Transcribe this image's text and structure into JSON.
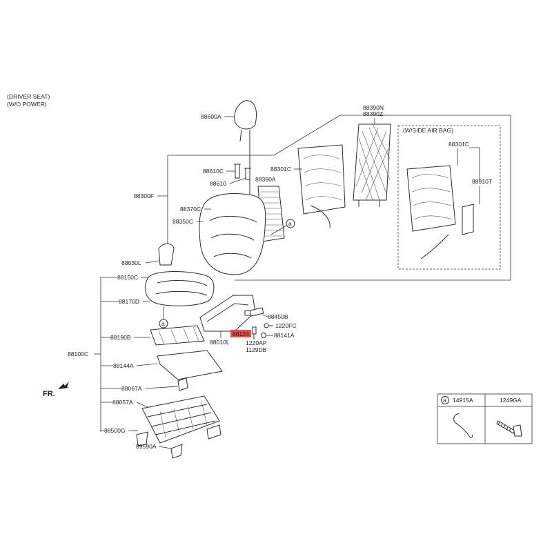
{
  "notes": {
    "driver_seat": "(DRIVER SEAT)",
    "wo_power": "(W/O POWER)",
    "side_airbag": "(W/SIDE AIR BAG)",
    "front": "FR."
  },
  "labels": {
    "p88600A": "88600A",
    "p88390N": "88390N",
    "p88390Z": "88390Z",
    "p88301C_a": "88301C",
    "p88301C_b": "88301C",
    "p88910T": "88910T",
    "p88610C": "88610C",
    "p88610": "88610",
    "p88390A": "88390A",
    "p88300F": "88300F",
    "p88370C": "88370C",
    "p88350C": "88350C",
    "p88030L": "88030L",
    "p88150C": "88150C",
    "p88170D": "88170D",
    "p88450B": "88450B",
    "p1220FC": "1220FC",
    "p88141A": "88141A",
    "p88124": "88124",
    "p88010L": "88010L",
    "p1220AP": "1220AP",
    "p1129DB": "1129DB",
    "p88190B": "88190B",
    "p88100C": "88100C",
    "p88144A": "88144A",
    "p88067A": "88067A",
    "p88057A": "88057A",
    "p88500G": "88500G",
    "p89590A": "89590A"
  },
  "callouts": {
    "a1": "a",
    "a2": "a",
    "a3": "a"
  },
  "legend": {
    "col1": "14915A",
    "col2": "1249GA"
  },
  "colors": {
    "highlight": "#e84a4a"
  }
}
